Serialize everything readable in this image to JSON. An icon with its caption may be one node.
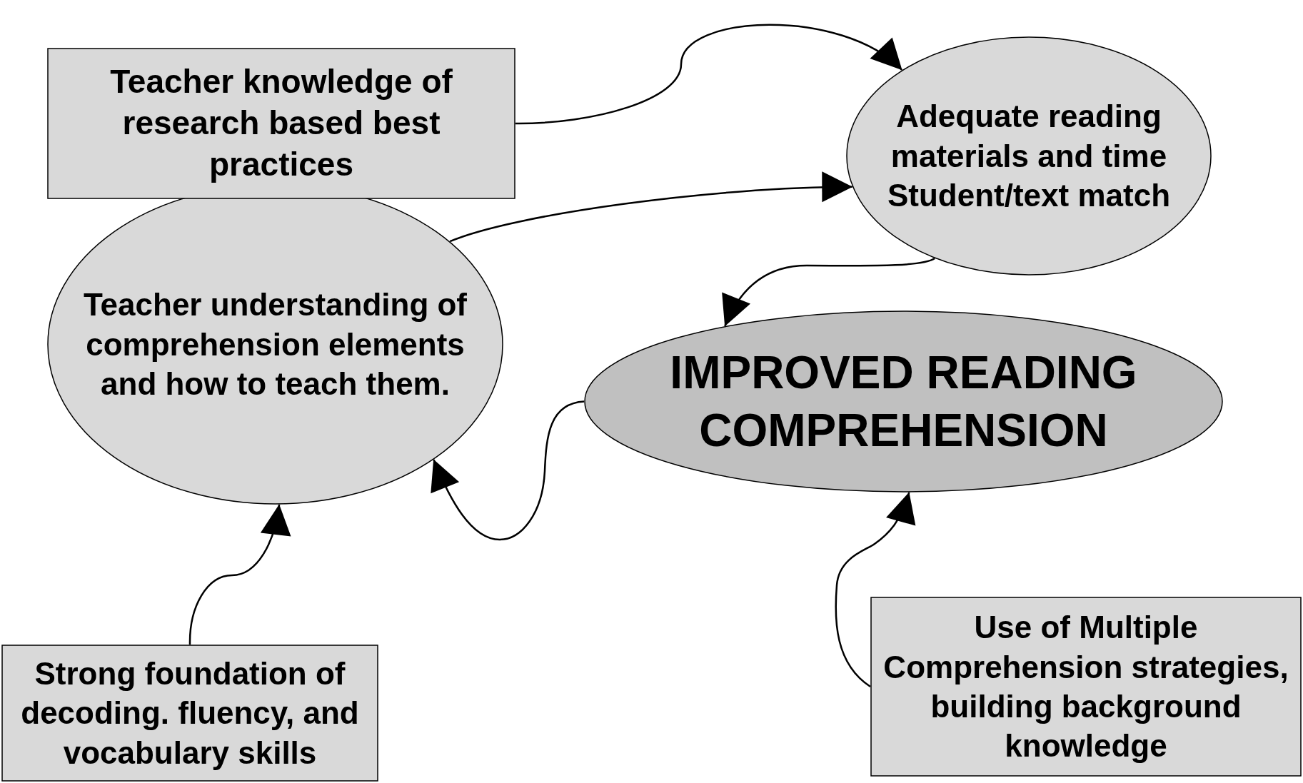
{
  "diagram": {
    "nodes": [
      {
        "text": [
          "Teacher knowledge of research based best practices"
        ]
      },
      {
        "text": [
          "Adequate reading materials and time",
          "Student/text match"
        ]
      },
      {
        "text": [
          "Teacher understanding of comprehension elements and how to teach them."
        ]
      },
      {
        "text": [
          "IMPROVED READING COMPREHENSION"
        ]
      },
      {
        "text": [
          "Strong  foundation of decoding. fluency, and vocabulary skills"
        ]
      },
      {
        "text": [
          "Use of Multiple Comprehension strategies, building background knowledge"
        ]
      }
    ],
    "edges": [
      {
        "from": 0,
        "to": 1,
        "arrow": "to"
      },
      {
        "from": 2,
        "to": 1,
        "arrow": "to"
      },
      {
        "from": 1,
        "to": 3,
        "arrow": "to"
      },
      {
        "from": 3,
        "to": 2,
        "arrow": "to"
      },
      {
        "from": 4,
        "to": 2,
        "arrow": "to"
      },
      {
        "from": 5,
        "to": 3,
        "arrow": "to"
      }
    ]
  }
}
